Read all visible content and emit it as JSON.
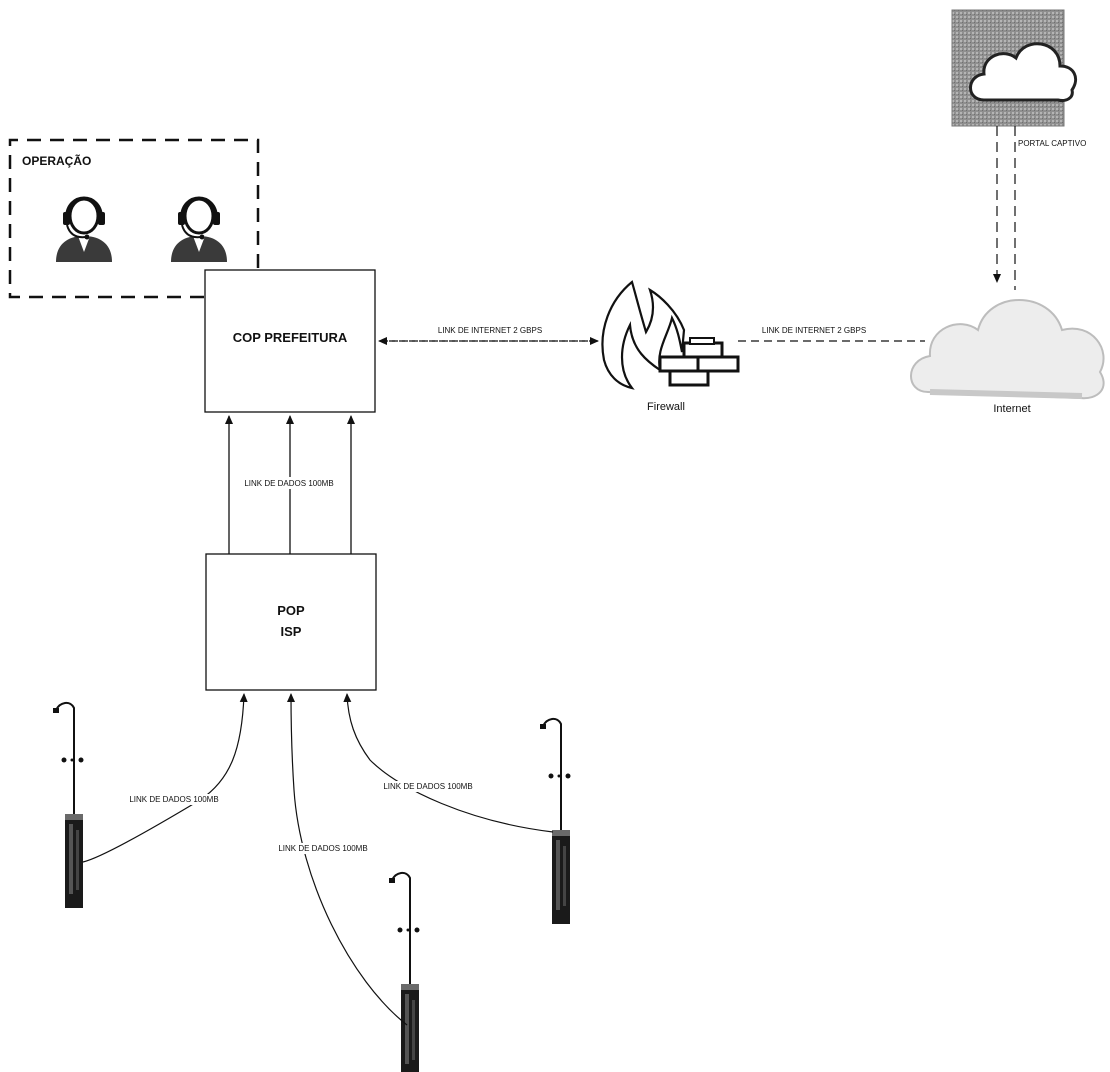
{
  "operation_group": {
    "title": "OPERAÇÃO",
    "operators": [
      "operator-1",
      "operator-2"
    ]
  },
  "nodes": {
    "cop": {
      "label": "COP PREFEITURA"
    },
    "pop": {
      "line1": "POP",
      "line2": "ISP"
    },
    "firewall": {
      "label": "Firewall"
    },
    "internet": {
      "label": "Internet"
    },
    "portal": {
      "label": "PORTAL CAPTIVO"
    }
  },
  "links": {
    "cop_firewall": "LINK DE INTERNET 2 GBPS",
    "firewall_internet": "LINK DE INTERNET 2 GBPS",
    "pop_cop": "LINK DE DADOS 100MB",
    "pole_left": "LINK DE DADOS 100MB",
    "pole_center": "LINK DE DADOS 100MB",
    "pole_right": "LINK DE DADOS 100MB"
  },
  "icons": {
    "operator": "headset-operator-icon",
    "firewall": "firewall-icon",
    "internet": "internet-cloud-icon",
    "portal": "portal-cloud-icon",
    "pole": "smart-pole-icon"
  },
  "colors": {
    "line": "#111111",
    "cloud": "#cfcfcf",
    "portal_bg": "#9a9a9a"
  }
}
